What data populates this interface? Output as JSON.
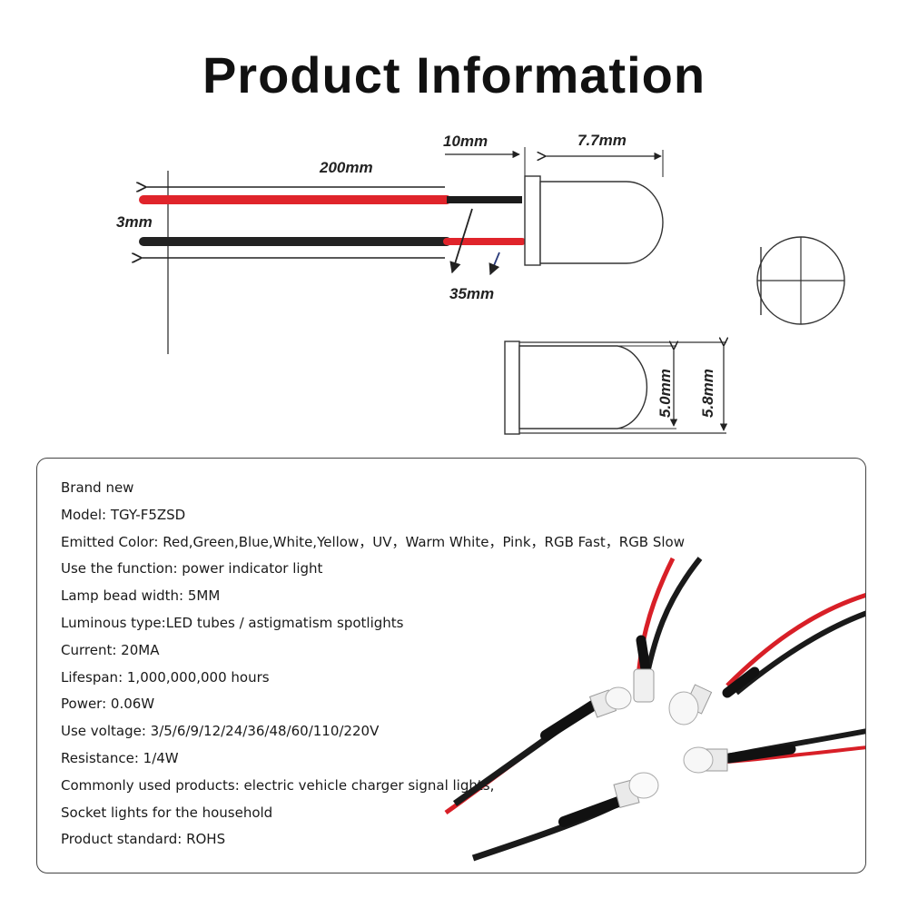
{
  "title": "Product Information",
  "dimensions": {
    "wire_length": "200mm",
    "stripped_length": "10mm",
    "lens_length": "7.7mm",
    "wire_gap": "3mm",
    "offset": "35mm",
    "lens_diameter": "5.0mm",
    "flange_diameter": "5.8mm"
  },
  "colors": {
    "red_wire": "#e0242b",
    "black_wire": "#1c1c1c",
    "outline": "#333333"
  },
  "specs": [
    "Brand new",
    "Model: TGY-F5ZSD",
    "Emitted Color: Red,Green,Blue,White,Yellow，UV，Warm White，Pink，RGB Fast，RGB Slow",
    "Use the function: power indicator light",
    "Lamp bead width: 5MM",
    "Luminous type:LED tubes / astigmatism spotlights",
    "Current: 20MA",
    "Lifespan: 1,000,000,000 hours",
    "Power: 0.06W",
    "Use voltage: 3/5/6/9/12/24/36/48/60/110/220V",
    "Resistance: 1/4W",
    "Commonly used products: electric vehicle charger signal lights,",
    "Socket lights for the household",
    "Product standard: ROHS"
  ]
}
